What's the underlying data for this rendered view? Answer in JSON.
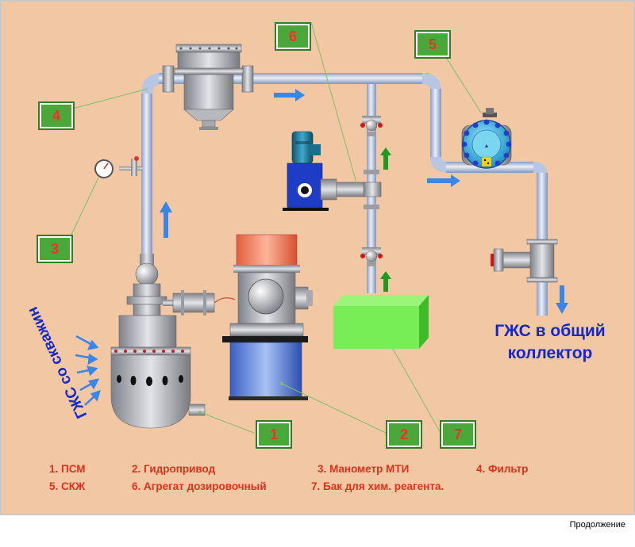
{
  "diagram": {
    "callouts": [
      "1",
      "2",
      "3",
      "4",
      "5",
      "6",
      "7"
    ],
    "inflow_label": "ГЖС со скважин",
    "outflow_label_line1": "ГЖС в общий",
    "outflow_label_line2": "коллектор",
    "legend": {
      "item1": "1. ПСМ",
      "item2": "2. Гидропривод",
      "item3": "3. Манометр МТИ",
      "item4": "4. Фильтр",
      "item5": "5. СКЖ",
      "item6": "6. Агрегат дозировочный",
      "item7": "7. Бак для хим. реагента."
    },
    "colors": {
      "background": "#f1c7a4",
      "pipe": "#c5d2ea",
      "arrow_blue": "#3a86e8",
      "arrow_green": "#1e9a1e",
      "callout_box": "#4aa83a",
      "tank": "#77ee55",
      "legend_text": "#e03018",
      "label_text": "#1428c8"
    }
  },
  "footer": {
    "continue_label": "Продолжение"
  }
}
